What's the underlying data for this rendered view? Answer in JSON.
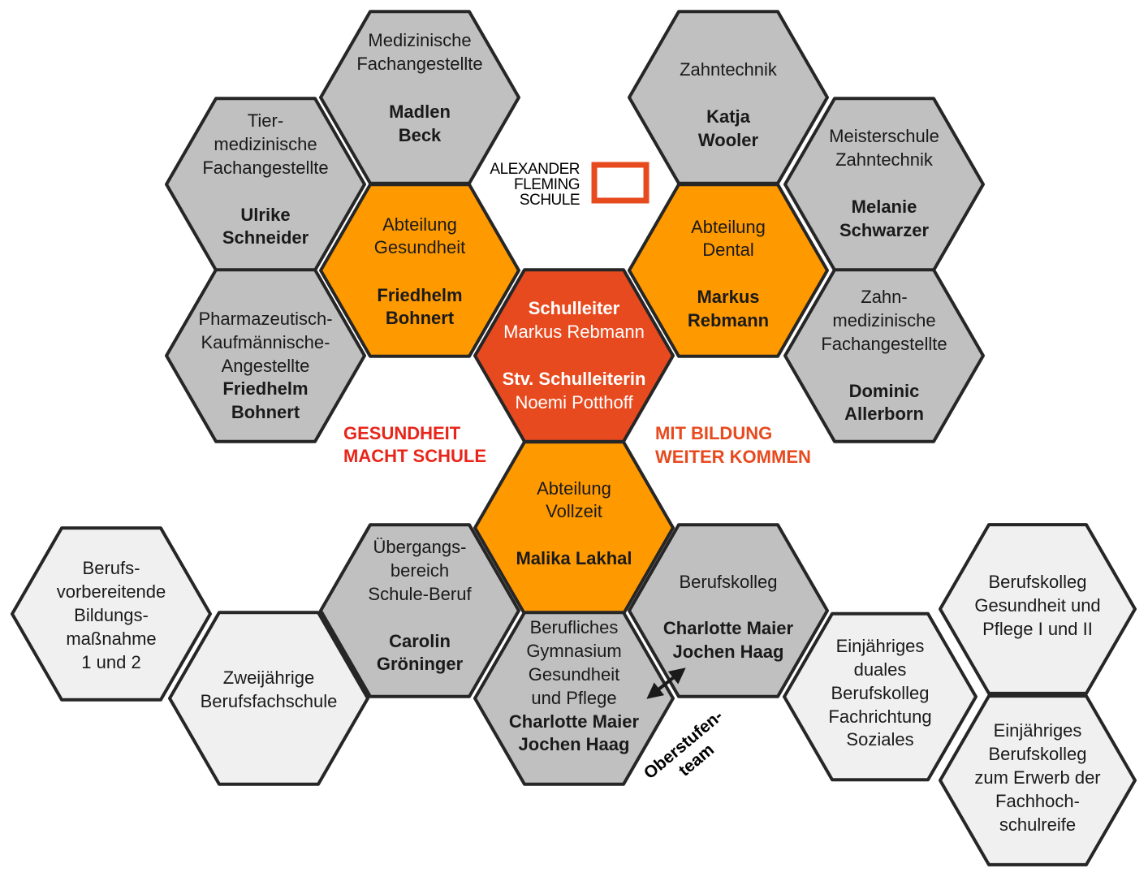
{
  "colors": {
    "grey": "#c0c0c0",
    "light": "#f0f0f0",
    "orange": "#ff9900",
    "red": "#e84a1f",
    "stroke": "#262626",
    "slogan_red": "#e8251a",
    "slogan_orange": "#e84a1f"
  },
  "logo": {
    "lines": [
      "ALEXANDER",
      "FLEMING",
      "SCHULE"
    ],
    "color": "#e84a1f"
  },
  "slogans": {
    "left": [
      "GESUNDHEIT",
      "MACHT SCHULE"
    ],
    "right": [
      "MIT BILDUNG",
      "WEITER KOMMEN"
    ]
  },
  "oberstufe": [
    "Oberstufen-",
    "team"
  ],
  "hexes": [
    {
      "id": "medizinische-fachangestellte",
      "fill": "grey",
      "text": [
        "Medizinische",
        "Fachangestellte"
      ],
      "names": [
        "Madlen",
        "Beck"
      ]
    },
    {
      "id": "tiermedizinische-fachangestellte",
      "fill": "grey",
      "text": [
        "Tier-",
        "medizinische",
        "Fachangestellte"
      ],
      "names": [
        "Ulrike",
        "Schneider"
      ]
    },
    {
      "id": "abteilung-gesundheit",
      "fill": "orange",
      "text": [
        "Abteilung",
        "Gesundheit"
      ],
      "names": [
        "Friedhelm",
        "Bohnert"
      ]
    },
    {
      "id": "pharmazeutisch-kaufmaennische-angestellte",
      "fill": "grey",
      "text": [
        "Pharmazeutisch-",
        "Kaufmännische-",
        "Angestellte"
      ],
      "names": [
        "Friedhelm",
        "Bohnert"
      ]
    },
    {
      "id": "schulleitung",
      "fill": "red",
      "text": [],
      "names": [],
      "white_lines": [
        {
          "t": "Schulleiter",
          "b": true
        },
        {
          "t": "Markus Rebmann",
          "b": false
        },
        {
          "t": "Stv. Schulleiterin",
          "b": true
        },
        {
          "t": "Noemi Potthoff",
          "b": false
        }
      ]
    },
    {
      "id": "zahntechnik",
      "fill": "grey",
      "text": [
        "Zahntechnik"
      ],
      "names": [
        "Katja",
        "Wooler"
      ]
    },
    {
      "id": "meisterschule-zahntechnik",
      "fill": "grey",
      "text": [
        "Meisterschule",
        "Zahntechnik"
      ],
      "names": [
        "Melanie",
        "Schwarzer"
      ]
    },
    {
      "id": "abteilung-dental",
      "fill": "orange",
      "text": [
        "Abteilung",
        "Dental"
      ],
      "names": [
        "Markus",
        "Rebmann"
      ]
    },
    {
      "id": "zahnmedizinische-fachangestellte",
      "fill": "grey",
      "text": [
        "Zahn-",
        "medizinische",
        "Fachangestellte"
      ],
      "names": [
        "Dominic",
        "Allerborn"
      ]
    },
    {
      "id": "abteilung-vollzeit",
      "fill": "orange",
      "text": [
        "Abteilung",
        "Vollzeit"
      ],
      "names": [
        "Malika Lakhal"
      ]
    },
    {
      "id": "uebergangsbereich",
      "fill": "grey",
      "text": [
        "Übergangs-",
        "bereich",
        "Schule-Beruf"
      ],
      "names": [
        "Carolin",
        "Gröninger"
      ]
    },
    {
      "id": "berufskolleg",
      "fill": "grey",
      "text": [
        "Berufskolleg"
      ],
      "names": [
        "Charlotte Maier",
        "Jochen Haag"
      ]
    },
    {
      "id": "berufliches-gymnasium",
      "fill": "grey",
      "text": [
        "Berufliches",
        "Gymnasium",
        "Gesundheit",
        "und Pflege"
      ],
      "names": [
        "Charlotte Maier",
        "Jochen Haag"
      ]
    },
    {
      "id": "berufsvorbereitende-bildungsmassnahme",
      "fill": "light",
      "text": [
        "Berufs-",
        "vorbereitende",
        "Bildungs-",
        "maßnahme",
        "1 und 2"
      ],
      "names": []
    },
    {
      "id": "zweijaehrige-berufsfachschule",
      "fill": "light",
      "text": [
        "Zweijährige",
        "Berufsfachschule"
      ],
      "names": []
    },
    {
      "id": "einjaehriges-duales-berufskolleg",
      "fill": "light",
      "text": [
        "Einjähriges",
        "duales",
        "Berufskolleg",
        "Fachrichtung",
        "Soziales"
      ],
      "names": []
    },
    {
      "id": "berufskolleg-gesundheit-pflege",
      "fill": "light",
      "text": [
        "Berufskolleg",
        "Gesundheit und",
        "Pflege I und II"
      ],
      "names": []
    },
    {
      "id": "einjaehriges-berufskolleg-fachhochschulreife",
      "fill": "light",
      "text": [
        "Einjähriges",
        "Berufskolleg",
        "zum Erwerb der",
        "Fachhoch-",
        "schulreife"
      ],
      "names": []
    }
  ]
}
